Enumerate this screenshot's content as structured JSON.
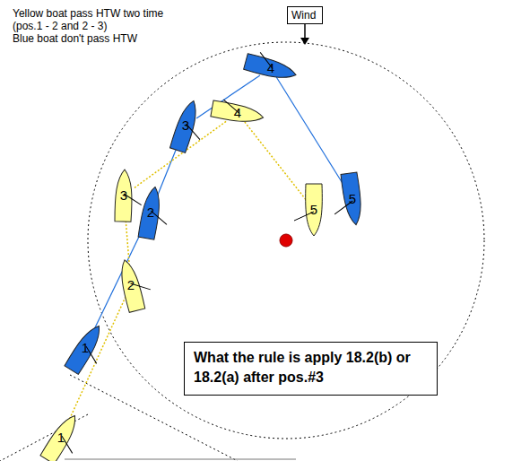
{
  "diagram": {
    "nodes": [
      {
        "text": [
          "Wind"
        ]
      },
      {
        "text": [
          "4"
        ]
      },
      {
        "text": [
          "4"
        ]
      },
      {
        "text": [
          "3"
        ]
      },
      {
        "text": [
          "3"
        ]
      },
      {
        "text": [
          "2"
        ]
      },
      {
        "text": [
          "5"
        ]
      },
      {
        "text": [
          "5"
        ]
      },
      {
        "text": [
          "2"
        ]
      },
      {
        "text": [
          "1"
        ]
      },
      {
        "text": [
          "What the rule is apply 18.2(b) or 18.2(a) after pos.#3"
        ]
      },
      {
        "text": [
          "1"
        ]
      }
    ],
    "edges": [
      {
        "from": 9,
        "to": 5,
        "arrow": "none"
      },
      {
        "from": 5,
        "to": 3,
        "arrow": "none"
      },
      {
        "from": 3,
        "to": 1,
        "arrow": "none"
      },
      {
        "from": 1,
        "to": 7,
        "arrow": "none"
      },
      {
        "from": 11,
        "to": 8,
        "arrow": "none"
      },
      {
        "from": 8,
        "to": 4,
        "arrow": "none"
      },
      {
        "from": 4,
        "to": 2,
        "arrow": "none"
      },
      {
        "from": 2,
        "to": 6,
        "arrow": "none"
      }
    ],
    "labels": [
      "Yellow boat pass HTW two time",
      "(pos.1 - 2 and 2 - 3)",
      "Blue boat don't pass HTW"
    ]
  }
}
